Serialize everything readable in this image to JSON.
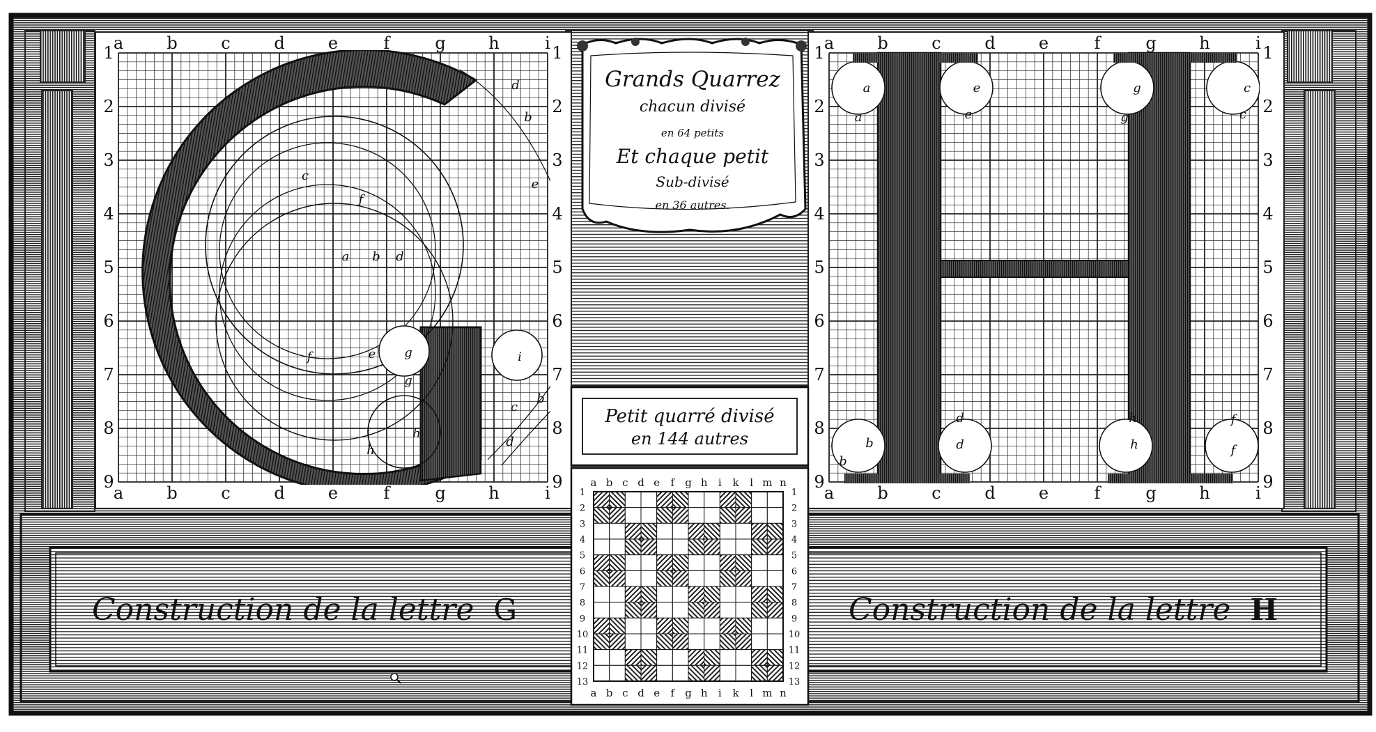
{
  "panels": {
    "g": {
      "columns": [
        "a",
        "b",
        "c",
        "d",
        "e",
        "f",
        "g",
        "h",
        "i"
      ],
      "rows": [
        "1",
        "2",
        "3",
        "4",
        "5",
        "6",
        "7",
        "8",
        "9"
      ],
      "annotations": [
        "d",
        "b",
        "c",
        "f",
        "e",
        "a",
        "b",
        "d",
        "f",
        "e",
        "g",
        "g",
        "i",
        "b",
        "c",
        "d",
        "h",
        "h"
      ]
    },
    "h": {
      "columns": [
        "a",
        "b",
        "c",
        "d",
        "e",
        "f",
        "g",
        "h",
        "i"
      ],
      "rows": [
        "1",
        "2",
        "3",
        "4",
        "5",
        "6",
        "7",
        "8",
        "9"
      ],
      "annotations": [
        "a",
        "a",
        "e",
        "e",
        "g",
        "g",
        "c",
        "c",
        "b",
        "b",
        "d",
        "d",
        "h",
        "h",
        "f",
        "f"
      ]
    }
  },
  "cartouche_lines": [
    "Grands Quarrez",
    "chacun divisé",
    "en 64 petits",
    "Et chaque petit",
    "Sub-divisé",
    "en 36 autres."
  ],
  "small_label_lines": [
    "Petit quarré divisé",
    "en 144 autres"
  ],
  "small_grid": {
    "columns": [
      "a",
      "b",
      "c",
      "d",
      "e",
      "f",
      "g",
      "h",
      "i",
      "k",
      "l",
      "m",
      "n"
    ],
    "rows": [
      "1",
      "2",
      "3",
      "4",
      "5",
      "6",
      "7",
      "8",
      "9",
      "10",
      "11",
      "12",
      "13"
    ]
  },
  "captions": {
    "g": {
      "text": "Construction de la lettre",
      "letter": "G"
    },
    "h": {
      "text": "Construction de la lettre",
      "letter": "H"
    }
  },
  "colors": {
    "ink": "#1a1a1a",
    "paper": "#ffffff",
    "hatch": "#2a2a2a"
  }
}
